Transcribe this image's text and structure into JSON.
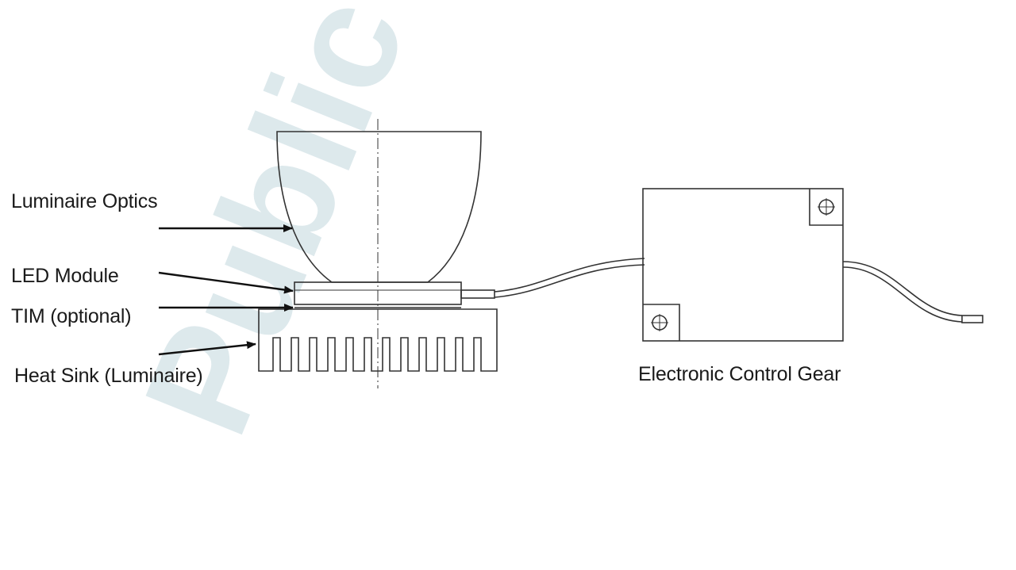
{
  "labels": {
    "luminaire_optics": "Luminaire Optics",
    "led_module": "LED Module",
    "tim": "TIM (optional)",
    "heat_sink": "Heat Sink (Luminaire)",
    "control_gear": "Electronic Control Gear"
  },
  "watermark": {
    "text": "Public",
    "color": "#dce8ec"
  },
  "colors": {
    "stroke": "#333333",
    "text": "#1a1a1a",
    "background": "#ffffff"
  }
}
